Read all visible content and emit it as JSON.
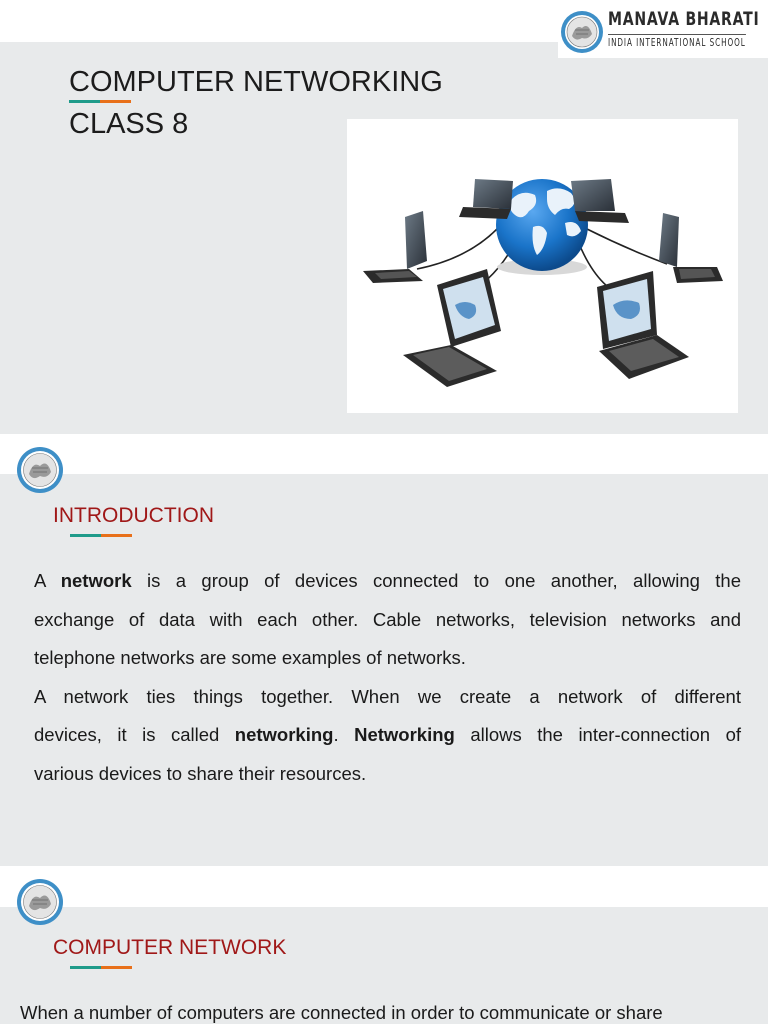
{
  "brand": {
    "name": "MANAVA BHARATI",
    "subtitle": "INDIA INTERNATIONAL SCHOOL"
  },
  "slide1": {
    "title_line1": "COMPUTER NETWORKING",
    "title_line2": "CLASS 8"
  },
  "intro": {
    "heading": "INTRODUCTION",
    "p1_a": "A ",
    "p1_b": "network",
    "p1_c": " is a group of devices connected to one another, allowing the",
    "p1_d": "exchange of data with each other. Cable networks, television networks and",
    "p1_e": "telephone networks are some examples of networks.",
    "p2_a": "A network ties things together. When we create a network of different",
    "p2_b": "devices, it is called ",
    "p2_c": "networking",
    "p2_d": ". ",
    "p2_e": "Networking",
    "p2_f": " allows the inter-connection of",
    "p2_g": "various devices to share their resources."
  },
  "computer_network": {
    "heading": "COMPUTER NETWORK",
    "p1": "When a number of computers are connected in order to communicate or share"
  },
  "colors": {
    "accent_teal": "#1f9b8a",
    "accent_orange": "#e8701a",
    "heading_red": "#a01818",
    "slide_bg": "#e8eaeb",
    "globe_blue": "#1a74c9"
  }
}
